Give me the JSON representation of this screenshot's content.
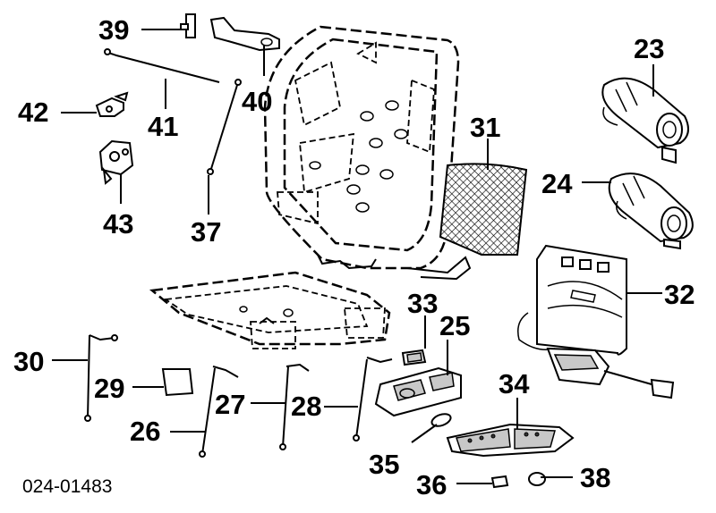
{
  "diagram": {
    "code": "024-01483",
    "labels": [
      "23",
      "24",
      "25",
      "26",
      "27",
      "28",
      "29",
      "30",
      "31",
      "32",
      "33",
      "34",
      "35",
      "36",
      "37",
      "38",
      "39",
      "40",
      "41",
      "42",
      "43"
    ]
  },
  "colors": {
    "ink": "#000000",
    "paper": "#ffffff",
    "shade": "#c8c8c8"
  }
}
